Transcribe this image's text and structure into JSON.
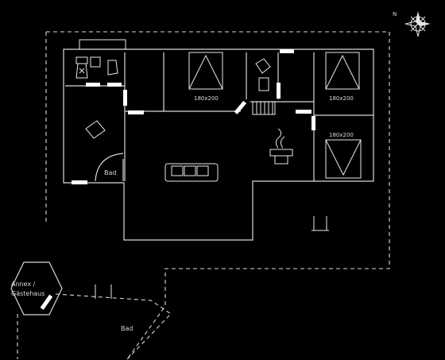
{
  "compass": {
    "north_label": "N",
    "icon": "compass-rose-icon"
  },
  "rooms": {
    "bedroom_1": {
      "bed_size": "180x200"
    },
    "bedroom_2": {
      "bed_size": "180x200"
    },
    "bedroom_3": {
      "bed_size": "180x200"
    }
  },
  "annex": {
    "line1": "Annex /",
    "line2": "Gästehaus"
  },
  "bath_label": "Bad",
  "bath_label_outdoor": "Bad",
  "colors": {
    "background": "#000000",
    "lines": "#d8d8d8",
    "doors": "#ffffff"
  }
}
